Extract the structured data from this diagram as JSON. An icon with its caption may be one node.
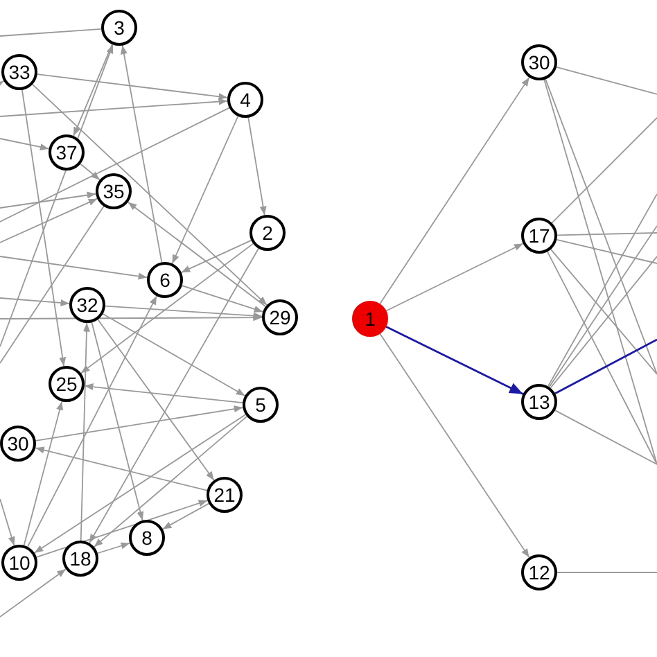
{
  "diagram": {
    "nodes": [
      {
        "text": [
          "3"
        ]
      },
      {
        "text": [
          "33"
        ]
      },
      {
        "text": [
          "4"
        ]
      },
      {
        "text": [
          "37"
        ]
      },
      {
        "text": [
          "35"
        ]
      },
      {
        "text": [
          "2"
        ]
      },
      {
        "text": [
          "6"
        ]
      },
      {
        "text": [
          "29"
        ]
      },
      {
        "text": [
          "32"
        ]
      },
      {
        "text": [
          "25"
        ]
      },
      {
        "text": [
          "5"
        ]
      },
      {
        "text": [
          "30"
        ]
      },
      {
        "text": [
          "21"
        ]
      },
      {
        "text": [
          "8"
        ]
      },
      {
        "text": [
          "10"
        ]
      },
      {
        "text": [
          "18"
        ]
      },
      {
        "text": [
          "30"
        ]
      },
      {
        "text": [
          "17"
        ]
      },
      {
        "text": [
          "1"
        ]
      },
      {
        "text": [
          "13"
        ]
      },
      {
        "text": [
          "12"
        ]
      }
    ],
    "edges": [
      {
        "from": 1,
        "to": 2,
        "arrow": "to"
      },
      {
        "from": null,
        "to": 2,
        "arrow": "to"
      },
      {
        "from": 2,
        "to": 5,
        "arrow": "to"
      },
      {
        "from": 2,
        "to": 6,
        "arrow": "to"
      },
      {
        "from": 2,
        "to": null,
        "arrow": "none"
      },
      {
        "from": 0,
        "to": 3,
        "arrow": "to"
      },
      {
        "from": 6,
        "to": 0,
        "arrow": "to"
      },
      {
        "from": 3,
        "to": 4,
        "arrow": "to"
      },
      {
        "from": 7,
        "to": 4,
        "arrow": "to"
      },
      {
        "from": 1,
        "to": 7,
        "arrow": "to"
      },
      {
        "from": 5,
        "to": 6,
        "arrow": "to"
      },
      {
        "from": 6,
        "to": 7,
        "arrow": "to"
      },
      {
        "from": 8,
        "to": 7,
        "arrow": "to"
      },
      {
        "from": 10,
        "to": 9,
        "arrow": "to"
      },
      {
        "from": 8,
        "to": 10,
        "arrow": "to"
      },
      {
        "from": 8,
        "to": 12,
        "arrow": "to"
      },
      {
        "from": 12,
        "to": 13,
        "arrow": "to"
      },
      {
        "from": 15,
        "to": 13,
        "arrow": "to"
      },
      {
        "from": 12,
        "to": 11,
        "arrow": "to"
      },
      {
        "from": 14,
        "to": 9,
        "arrow": "to"
      },
      {
        "from": 10,
        "to": 14,
        "arrow": "to"
      },
      {
        "from": 10,
        "to": 15,
        "arrow": "to"
      },
      {
        "from": 5,
        "to": 15,
        "arrow": "to"
      },
      {
        "from": 8,
        "to": 13,
        "arrow": "to"
      },
      {
        "from": 14,
        "to": 6,
        "arrow": "to"
      },
      {
        "from": 15,
        "to": 8,
        "arrow": "to"
      },
      {
        "from": 14,
        "to": 12,
        "arrow": "to"
      },
      {
        "from": 11,
        "to": 10,
        "arrow": "to"
      },
      {
        "from": 0,
        "to": null,
        "arrow": "none"
      },
      {
        "from": null,
        "to": 1,
        "arrow": "to"
      },
      {
        "from": null,
        "to": 3,
        "arrow": "to"
      },
      {
        "from": null,
        "to": 4,
        "arrow": "to"
      },
      {
        "from": null,
        "to": 4,
        "arrow": "to"
      },
      {
        "from": null,
        "to": 8,
        "arrow": "to"
      },
      {
        "from": null,
        "to": 7,
        "arrow": "to"
      },
      {
        "from": null,
        "to": 6,
        "arrow": "to"
      },
      {
        "from": null,
        "to": 14,
        "arrow": "to"
      },
      {
        "from": null,
        "to": 15,
        "arrow": "to"
      },
      {
        "from": null,
        "to": 0,
        "arrow": "to"
      },
      {
        "from": 1,
        "to": 9,
        "arrow": "to"
      },
      {
        "from": 5,
        "to": 9,
        "arrow": "to"
      },
      {
        "from": 4,
        "to": null,
        "arrow": "none"
      },
      {
        "from": 18,
        "to": 16,
        "arrow": "to"
      },
      {
        "from": 18,
        "to": 17,
        "arrow": "to"
      },
      {
        "from": 18,
        "to": 19,
        "arrow": "to",
        "color": "#1a1aa6"
      },
      {
        "from": 18,
        "to": 20,
        "arrow": "to"
      },
      {
        "from": 16,
        "to": null,
        "arrow": "none"
      },
      {
        "from": 16,
        "to": null,
        "arrow": "none"
      },
      {
        "from": 16,
        "to": null,
        "arrow": "none"
      },
      {
        "from": 17,
        "to": null,
        "arrow": "none"
      },
      {
        "from": 17,
        "to": null,
        "arrow": "none"
      },
      {
        "from": 17,
        "to": null,
        "arrow": "none"
      },
      {
        "from": 17,
        "to": null,
        "arrow": "none"
      },
      {
        "from": 17,
        "to": null,
        "arrow": "none"
      },
      {
        "from": 19,
        "to": null,
        "arrow": "none"
      },
      {
        "from": 19,
        "to": null,
        "arrow": "none"
      },
      {
        "from": 19,
        "to": null,
        "arrow": "none"
      },
      {
        "from": 19,
        "to": null,
        "arrow": "none",
        "color": "#1a1aa6"
      },
      {
        "from": 19,
        "to": null,
        "arrow": "none"
      },
      {
        "from": 20,
        "to": null,
        "arrow": "none"
      }
    ]
  }
}
